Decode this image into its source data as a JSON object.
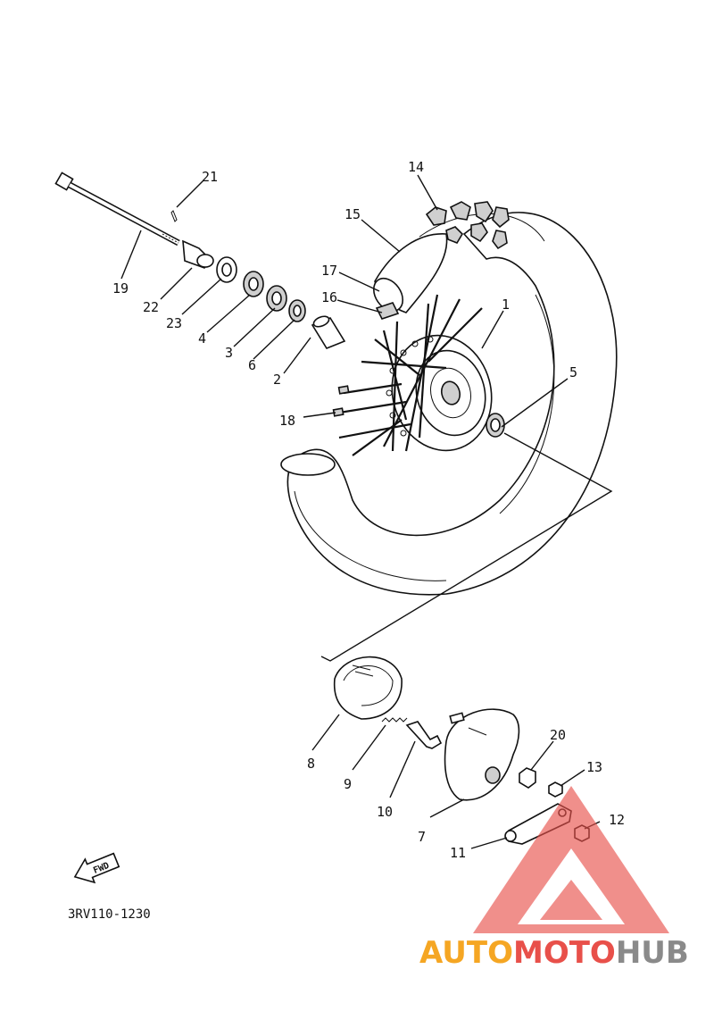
{
  "labels": {
    "p1": "1",
    "p2": "2",
    "p3": "3",
    "p4": "4",
    "p5": "5",
    "p6": "6",
    "p7": "7",
    "p8": "8",
    "p9": "9",
    "p10": "10",
    "p11": "11",
    "p12": "12",
    "p13": "13",
    "p14": "14",
    "p15": "15",
    "p16": "16",
    "p17": "17",
    "p18": "18",
    "p19": "19",
    "p20": "20",
    "p21": "21",
    "p22": "22",
    "p23": "23"
  },
  "fwd_badge": "FWD",
  "diagram_ref": "3RV110-1230",
  "watermark": {
    "part1": "AUTO",
    "part2": "MOTO",
    "part3": "HUB",
    "color_orange": "#f5a623",
    "color_red": "#e8504a",
    "color_grey": "#8a8a8a"
  }
}
